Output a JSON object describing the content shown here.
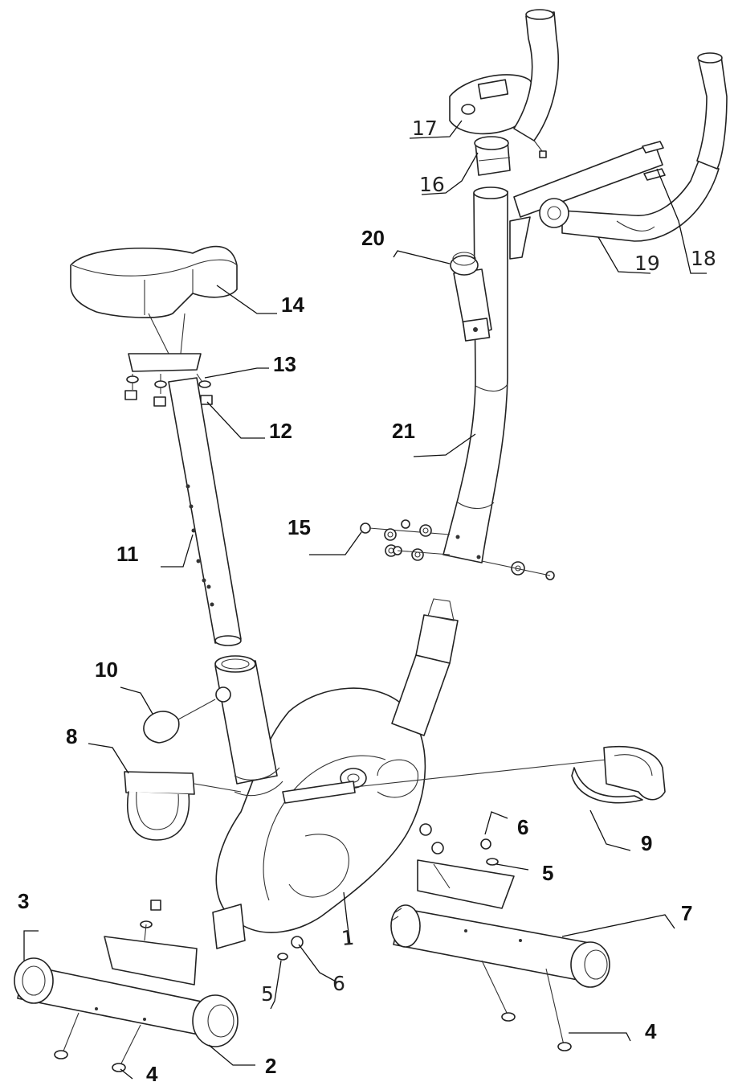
{
  "figure": {
    "callouts": [
      {
        "id": "c1",
        "text": "1"
      },
      {
        "id": "c2",
        "text": "2"
      },
      {
        "id": "c3",
        "text": "3"
      },
      {
        "id": "c4a",
        "text": "4"
      },
      {
        "id": "c4b",
        "text": "4"
      },
      {
        "id": "c5a",
        "text": "5"
      },
      {
        "id": "c5b",
        "text": "5"
      },
      {
        "id": "c6a",
        "text": "6"
      },
      {
        "id": "c6b",
        "text": "6"
      },
      {
        "id": "c7",
        "text": "7"
      },
      {
        "id": "c8",
        "text": "8"
      },
      {
        "id": "c9",
        "text": "9"
      },
      {
        "id": "c10",
        "text": "10"
      },
      {
        "id": "c11",
        "text": "11"
      },
      {
        "id": "c12",
        "text": "12"
      },
      {
        "id": "c13",
        "text": "13"
      },
      {
        "id": "c14",
        "text": "14"
      },
      {
        "id": "c15",
        "text": "15"
      },
      {
        "id": "c16",
        "text": "16"
      },
      {
        "id": "c17",
        "text": "17"
      },
      {
        "id": "c18",
        "text": "18"
      },
      {
        "id": "c19",
        "text": "19"
      },
      {
        "id": "c20",
        "text": "20"
      },
      {
        "id": "c21",
        "text": "21"
      }
    ]
  }
}
